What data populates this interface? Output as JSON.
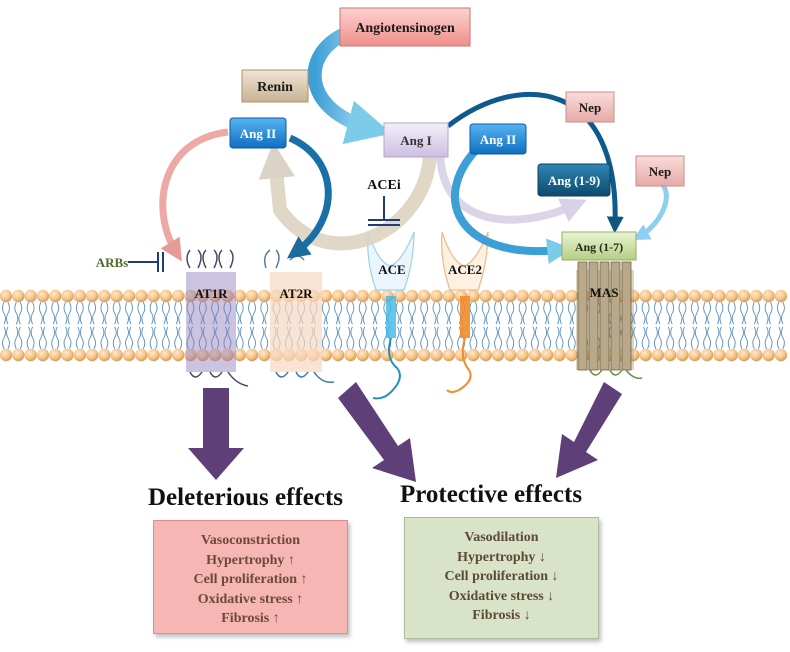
{
  "nodes": {
    "angiotensinogen": "Angiotensinogen",
    "renin": "Renin",
    "ang_i": "Ang I",
    "ang_ii_left": "Ang II",
    "ang_ii_right": "Ang II",
    "nep_top": "Nep",
    "nep_right": "Nep",
    "ang_1_9": "Ang (1-9)",
    "ang_1_7": "Ang (1-7)"
  },
  "inhibitors": {
    "acei": "ACEi",
    "arbs": "ARBs"
  },
  "receptors": {
    "at1r": "AT1R",
    "at2r": "AT2R",
    "ace": "ACE",
    "ace2": "ACE2",
    "mas": "MAS"
  },
  "deleterious": {
    "title": "Deleterious effects",
    "items": [
      "Vasoconstriction",
      "Hypertrophy ↑",
      "Cell proliferation ↑",
      "Oxidative stress ↑",
      "Fibrosis ↑"
    ]
  },
  "protective": {
    "title": "Protective effects",
    "items": [
      "Vasodilation",
      "Hypertrophy ↓",
      "Cell proliferation ↓",
      "Oxidative stress ↓",
      "Fibrosis ↓"
    ]
  },
  "colors": {
    "angiotensinogen_fill": "#f6a9a5",
    "renin_fill": "#d9c8b0",
    "ang_i_fill": "#e4dcf0",
    "ang_ii_fill": "#1e88d8",
    "nep_fill": "#f3c3c0",
    "ang_1_9_fill": "#16648f",
    "ang_1_7_fill": "#cfe2a8",
    "membrane_head": "#f7c58a",
    "effect_arrow": "#5e3f77",
    "deleterious_box": "#f6b6b3",
    "protective_box": "#d9e3c8"
  }
}
